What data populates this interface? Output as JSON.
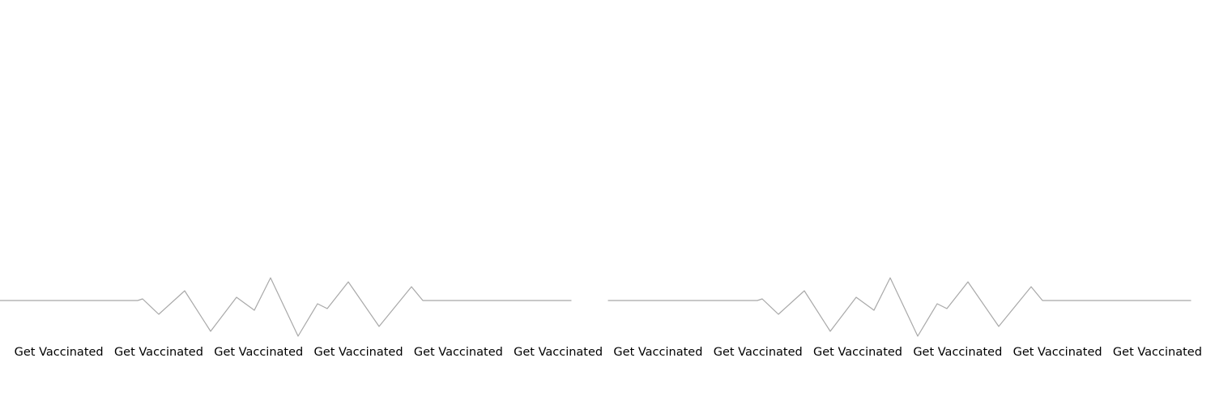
{
  "theme": {
    "background": "#ffffff",
    "line_color": "#a8a8a8",
    "text_color": "#000000"
  },
  "labels": [
    "Get Vaccinated",
    "Get Vaccinated",
    "Get Vaccinated",
    "Get Vaccinated",
    "Get Vaccinated",
    "Get Vaccinated",
    "Get Vaccinated",
    "Get Vaccinated",
    "Get Vaccinated",
    "Get Vaccinated",
    "Get Vaccinated",
    "Get Vaccinated"
  ]
}
